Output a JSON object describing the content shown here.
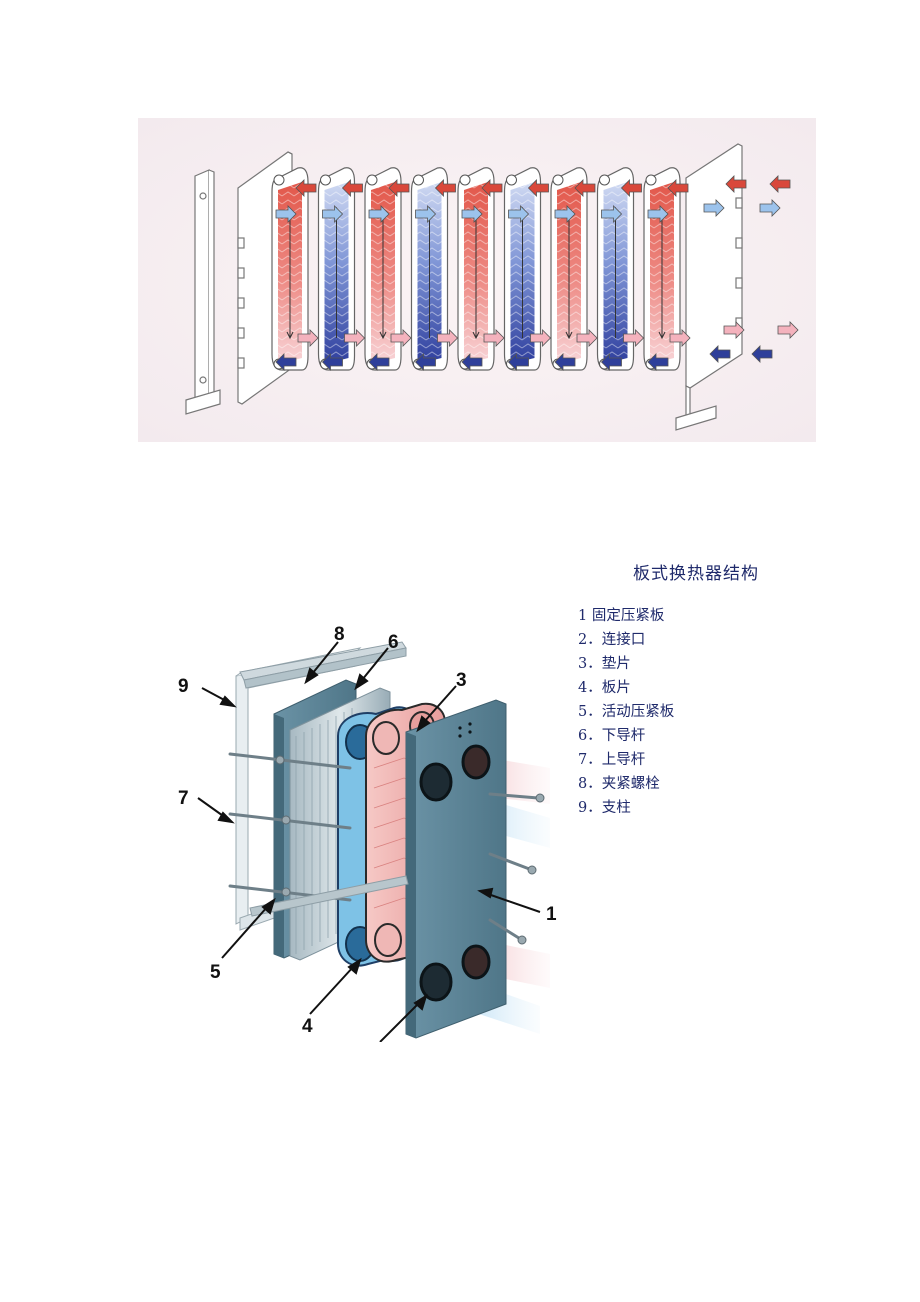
{
  "caption": {
    "title": "板式换热器结构"
  },
  "legend": [
    "1 固定压紧板",
    "2．连接口",
    "3．垫片",
    "4．板片",
    "5．活动压紧板",
    "6．下导杆",
    "7．上导杆",
    "8．夹紧螺栓",
    "9．支柱"
  ],
  "callouts": [
    "1",
    "3",
    "4",
    "5",
    "6",
    "7",
    "8",
    "9"
  ],
  "colors": {
    "hot": "#d9483b",
    "hot_light": "#f4b2bd",
    "cold": "#2e3f9a",
    "cold_light": "#9cc3ec",
    "plate": "#5e8a9e",
    "text": "#1f2a6b"
  }
}
